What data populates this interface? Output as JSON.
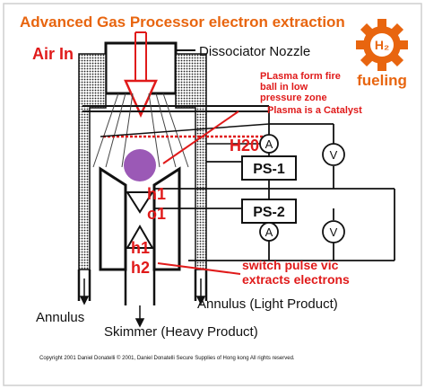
{
  "title": "Advanced Gas Processor electron extraction",
  "labels": {
    "air_in": "Air In",
    "dissociator_nozzle": "Dissociator Nozzle",
    "plasma_line1": "PLasma form fire",
    "plasma_line2": "ball in low",
    "plasma_line3": "pressure zone",
    "plasma_catalyst": "Plasma is a Catalyst",
    "h2o": "H20",
    "h1_top": "h1",
    "o1": "o1",
    "h1_bottom": "h1",
    "h2": "h2",
    "switch_line1": "switch pulse vic",
    "switch_line2": "extracts electrons",
    "annulus_light": "Annulus (Light Product)",
    "annulus": "Annulus",
    "skimmer": "Skimmer (Heavy Product)",
    "ps1": "PS-1",
    "ps2": "PS-2",
    "meter_a": "A",
    "meter_v": "V"
  },
  "logo": {
    "symbol": "H₂",
    "text": "fueling"
  },
  "copyright": "Copyright 2001 Daniel Donatelli  © 2001, Daniel Donatelli Secure Supplies  of Hong kong   All rights reserved.",
  "colors": {
    "title": "#e8650f",
    "annotation": "#e01a1a",
    "plasma": "#9b59b6",
    "logo": "#e8650f",
    "ink": "#111111"
  }
}
